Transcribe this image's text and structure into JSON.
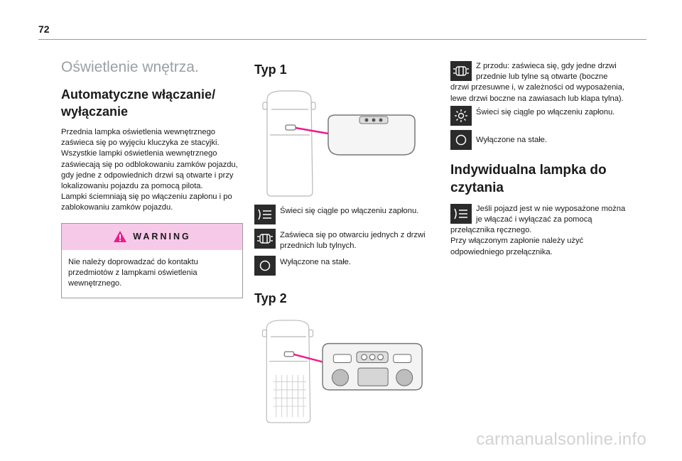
{
  "page": {
    "number": "72"
  },
  "left": {
    "title": "Oświetlenie wnętrza.",
    "heading": "Automatyczne włączanie/ wyłączanie",
    "paragraphs": [
      "Przednia lampka oświetlenia wewnętrznego zaświeca się po wyjęciu kluczyka ze stacyjki.",
      "Wszystkie lampki oświetlenia wewnętrznego zaświecają się po odblokowaniu zamków pojazdu, gdy jedne z odpowiednich drzwi są otwarte i przy lokalizowaniu pojazdu za pomocą pilota.",
      "Lampki ściemniają się po włączeniu zapłonu i po zablokowaniu zamków pojazdu."
    ],
    "warning": {
      "title": "WARNING",
      "text": "Nie należy doprowadzać do kontaktu przedmiotów z lampkami oświetlenia wewnętrznego."
    }
  },
  "middle": {
    "type1": {
      "heading": "Typ 1",
      "items": [
        {
          "icon": "light-on-icon",
          "text": "Świeci się ciągle po włączeniu zapłonu."
        },
        {
          "icon": "door-light-icon",
          "text": "Zaświeca się po otwarciu jednych z drzwi przednich lub tylnych."
        },
        {
          "icon": "light-off-icon",
          "text": "Wyłączone na stałe."
        }
      ]
    },
    "type2": {
      "heading": "Typ 2"
    }
  },
  "right": {
    "items": [
      {
        "icon": "door-light-icon",
        "text": "Z przodu: zaświeca się, gdy jedne drzwi przednie lub tylne są otwarte (boczne drzwi przesuwne i, w zależności od wyposażenia, lewe drzwi boczne na zawiasach lub klapa tylna)."
      },
      {
        "icon": "sun-icon",
        "text": "Świeci się ciągle po włączeniu zapłonu."
      },
      {
        "icon": "light-off-icon",
        "text": "Wyłączone na stałe."
      }
    ],
    "reading": {
      "heading": "Indywidualna lampka do czytania",
      "text1": "Jeśli pojazd jest w nie wyposażone można je włączać i wyłączać za pomocą przełącznika ręcznego.",
      "text2": "Przy włączonym zapłonie należy użyć odpowiedniego przełącznika."
    }
  },
  "watermark": "carmanualsonline.info",
  "colors": {
    "accent": "#ec1c8c",
    "warning_bg": "#f7c9e9",
    "icon_bg": "#2b2b2b",
    "title_grey": "#9aa0a6"
  }
}
